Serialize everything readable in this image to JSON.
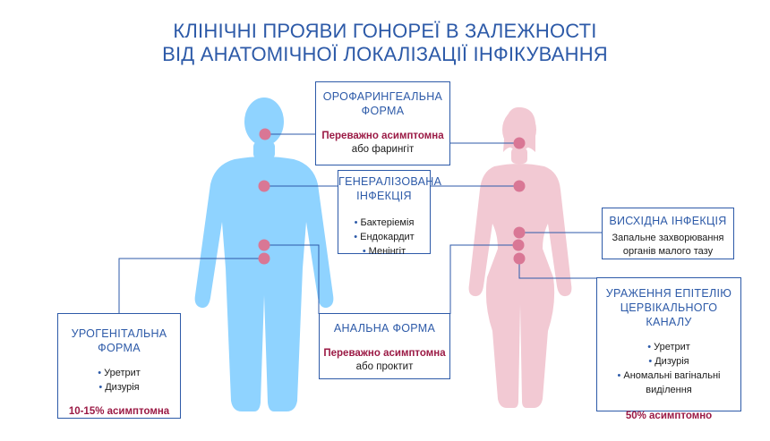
{
  "title": {
    "line1": "КЛІНІЧНІ ПРОЯВИ ГОНОРЕЇ В ЗАЛЕЖНОСТІ",
    "line2": "ВІД АНАТОМІЧНОЇ ЛОКАЛІЗАЦІЇ ІНФІКУВАННЯ"
  },
  "colors": {
    "male_figure": "#8fd3ff",
    "female_figure": "#f2c9d3",
    "marker": "#d97795",
    "accent_blue": "#2d5aa8",
    "accent_red": "#9b1a45"
  },
  "boxes": {
    "oropharyngeal": {
      "heading1": "ОРОФАРИНГЕАЛЬНА",
      "heading2": "ФОРМА",
      "emphasis": "Переважно асимптомна",
      "text": "або фарингіт"
    },
    "generalized": {
      "heading1": "ГЕНЕРАЛІЗОВАНА",
      "heading2": "ІНФЕКЦІЯ",
      "items": [
        "Бактеріемія",
        "Ендокардит",
        "Менінгіт"
      ]
    },
    "ascending": {
      "heading": "ВИСХІДНА ІНФЕКЦІЯ",
      "text1": "Запальне захворювання",
      "text2": "органів малого тазу"
    },
    "urogenital": {
      "heading1": "УРОГЕНІТАЛЬНА",
      "heading2": "ФОРМА",
      "items": [
        "Уретрит",
        "Дизурія"
      ],
      "stat": "10-15% асимптомна"
    },
    "anal": {
      "heading": "АНАЛЬНА ФОРМА",
      "emphasis": "Переважно асимптомна",
      "text": "або проктит"
    },
    "cervical": {
      "heading1": "УРАЖЕННЯ ЕПІТЕЛІЮ",
      "heading2": "ЦЕРВІКАЛЬНОГО КАНАЛУ",
      "items": [
        "Уретрит",
        "Дизурія",
        "Аномальні вагінальні виділення"
      ],
      "stat": "50% асимптомно"
    }
  }
}
